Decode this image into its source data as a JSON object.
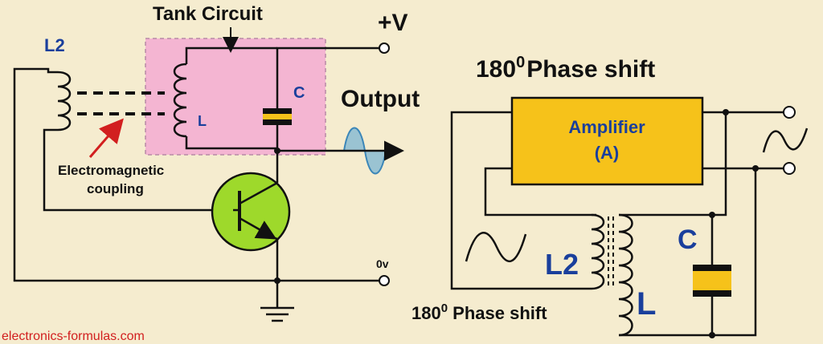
{
  "left_circuit": {
    "tank_label": "Tank Circuit",
    "supply_label": "+V",
    "output_label": "Output",
    "secondary_coil_label": "L2",
    "tank_inductor_label": "L",
    "tank_capacitor_label": "C",
    "coupling_label_line1": "Electromagnetic",
    "coupling_label_line2": "coupling",
    "ground_label": "0v",
    "colors": {
      "tank_fill": "#f4b5d2",
      "transistor_fill": "#9ed92b",
      "wave": "#4fa3d6",
      "arrow": "#d21f1f",
      "label_blue": "#1a3f9c"
    }
  },
  "right_circuit": {
    "title_prefix": "180",
    "title_sup": "0",
    "title_suffix": "Phase shift",
    "amplifier_line1": "Amplifier",
    "amplifier_line2": "(A)",
    "feedback_coil_label": "L2",
    "tank_inductor_label": "L",
    "tank_capacitor_label": "C",
    "bottom_prefix": "180",
    "bottom_sup": "0",
    "bottom_suffix": " Phase shift",
    "colors": {
      "amplifier_fill": "#f6c21a",
      "capacitor_fill": "#f6c21a",
      "label_blue": "#1a3f9c"
    }
  },
  "watermark": "electronics-formulas.com"
}
